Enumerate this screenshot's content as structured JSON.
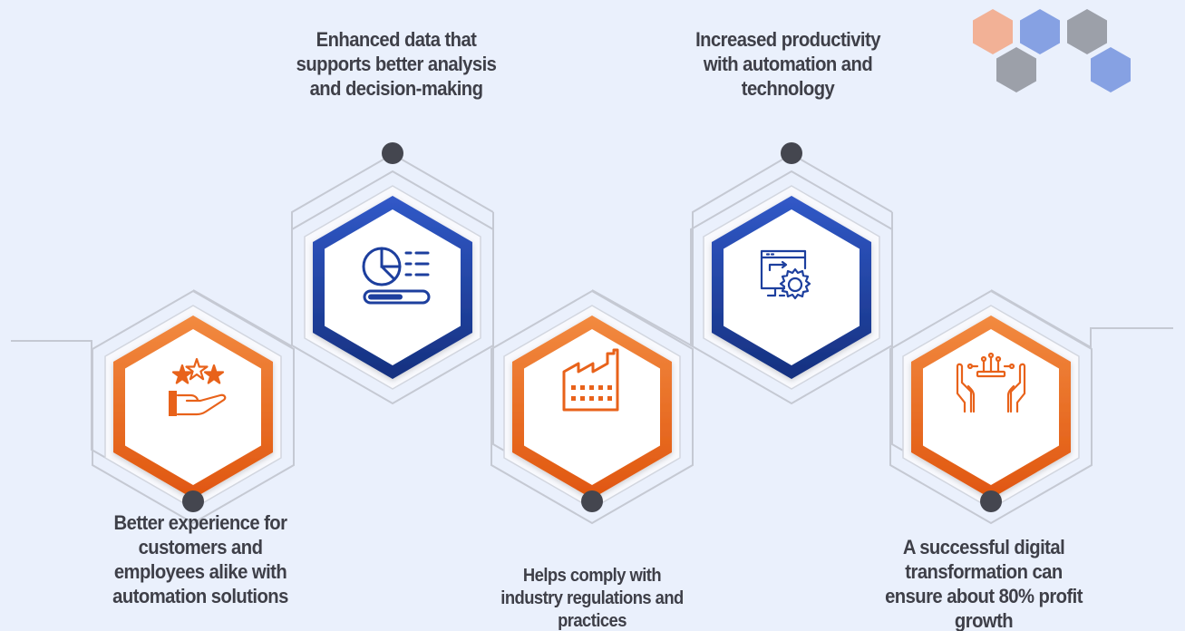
{
  "steps": [
    {
      "id": "customer-experience",
      "text": "Better experience for customers and employees alike with automation solutions",
      "icon": "hand-stars-icon",
      "ring": "orange"
    },
    {
      "id": "enhanced-data",
      "text": "Enhanced data that supports better analysis and decision-making",
      "icon": "pie-chart-report-icon",
      "ring": "blue"
    },
    {
      "id": "compliance",
      "text": "Helps comply with industry regulations and practices",
      "icon": "factory-icon",
      "ring": "orange"
    },
    {
      "id": "productivity",
      "text": "Increased productivity with automation and technology",
      "icon": "monitor-gear-icon",
      "ring": "blue"
    },
    {
      "id": "profit-growth",
      "text": "A successful digital transformation can ensure about 80% profit growth",
      "icon": "hands-circuit-icon",
      "ring": "orange"
    }
  ],
  "colors": {
    "background": "#eaf0fc",
    "orange": "#e8621a",
    "orange_light": "#f08a3e",
    "blue": "#1d3f9e",
    "blue_light": "#3057c7",
    "connector": "#c5c9d3",
    "dot": "#44464f",
    "text": "#3e3f48",
    "deco_orange": "#f2b196",
    "deco_blue": "#86a1e3",
    "deco_gray": "#9ca0a9"
  }
}
